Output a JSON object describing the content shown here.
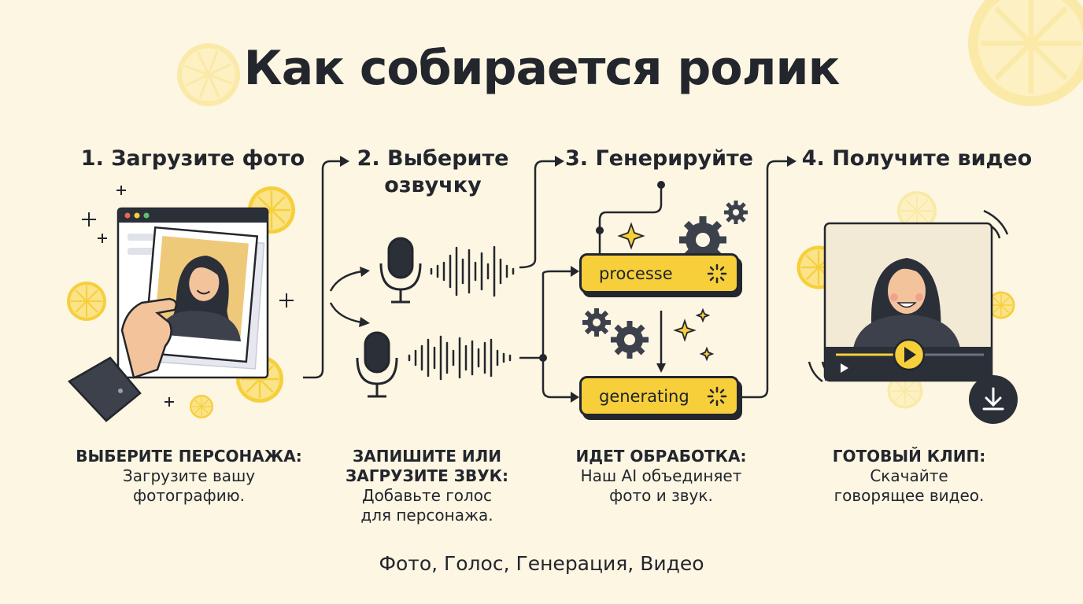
{
  "title": "Как собирается ролик",
  "steps": [
    {
      "title": "1. Загрузите фото",
      "desc_heading": "ВЫБЕРИТЕ ПЕРСОНАЖА:",
      "desc_text": [
        "Загрузите вашу",
        "фотографию."
      ]
    },
    {
      "title_lines": [
        "2. Выберите",
        "озвучку"
      ],
      "desc_heading_lines": [
        "ЗАПИШИТЕ ИЛИ",
        "ЗАГРУЗИТЕ ЗВУК:"
      ],
      "desc_text": [
        "Добавьте голос",
        "для персонажа."
      ]
    },
    {
      "title": "3. Генерируйте",
      "desc_heading": "ИДЕТ ОБРАБОТКА:",
      "desc_text": [
        "Наш AI объединяет",
        "фото и звук."
      ]
    },
    {
      "title": "4. Получите видео",
      "desc_heading": "ГОТОВЫЙ КЛИП:",
      "desc_text": [
        "Скачайте",
        "говорящее видео."
      ]
    }
  ],
  "pills": {
    "processing": "processe",
    "generating": "generating"
  },
  "footer": "Фото, Голос, Генерация, Видео",
  "colors": {
    "background": "#fcf6e3",
    "accent_yellow": "#f6cf3a",
    "ink": "#23262d",
    "lemon": "#fbe49a"
  },
  "icons": [
    "lemon-slice-icon",
    "photo-upload-icon",
    "microphone-icon",
    "sound-wave-icon",
    "gear-icon",
    "sparkle-icon",
    "loading-spinner-icon",
    "video-player-icon",
    "play-icon",
    "download-icon"
  ]
}
